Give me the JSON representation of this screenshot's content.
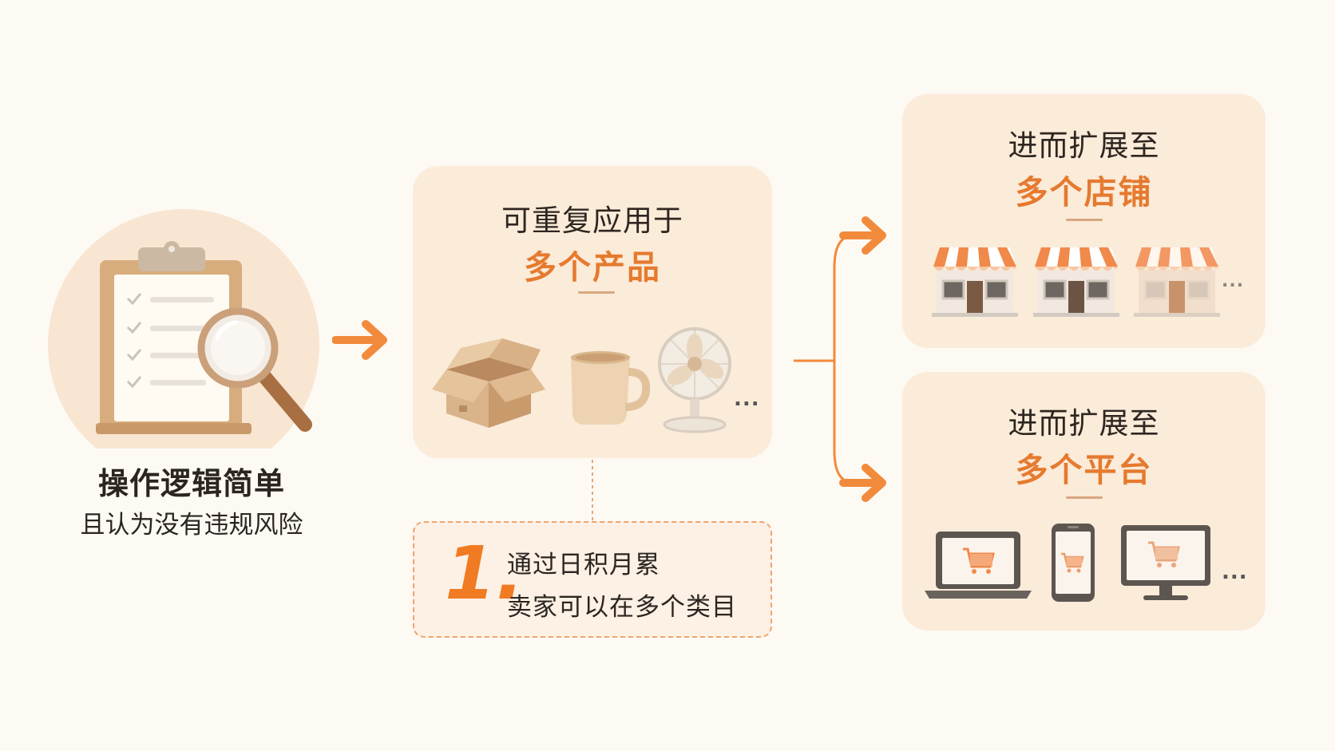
{
  "left": {
    "title": "操作逻辑简单",
    "subtitle": "且认为没有违规风险"
  },
  "products_card": {
    "title": "可重复应用于",
    "highlight": "多个产品",
    "ellipsis": "..."
  },
  "note": {
    "number": "1.",
    "line1": "通过日积月累",
    "line2": "卖家可以在多个类目"
  },
  "stores_card": {
    "title": "进而扩展至",
    "highlight": "多个店铺",
    "ellipsis": "..."
  },
  "platforms_card": {
    "title": "进而扩展至",
    "highlight": "多个平台",
    "ellipsis": "..."
  },
  "colors": {
    "accent": "#e57a2f",
    "arrow": "#f28a3c",
    "card_bg": "#fbebd9",
    "page_bg": "#fdfaf4"
  }
}
